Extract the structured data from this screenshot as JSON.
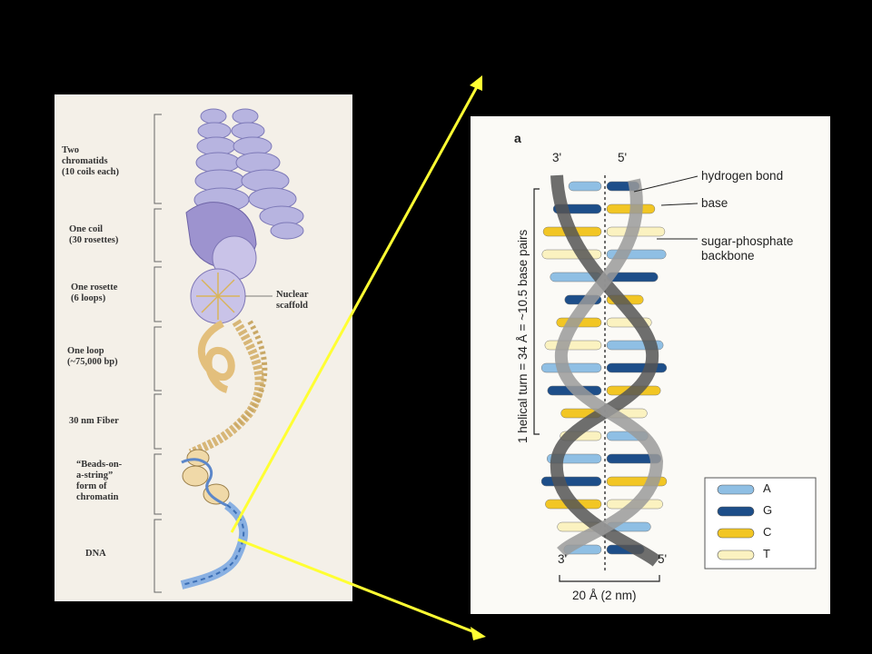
{
  "left": {
    "levels": [
      {
        "label": "Two\nchromatids\n(10 coils each)"
      },
      {
        "label": "One coil\n(30 rosettes)"
      },
      {
        "label": "One rosette\n(6 loops)"
      },
      {
        "label": "One loop\n(~75,000 bp)"
      },
      {
        "label": "30 nm Fiber"
      },
      {
        "label": "“Beads-on-\na-string”\nform of\nchromatin"
      },
      {
        "label": "DNA"
      }
    ],
    "scaffold_label": "Nuclear\nscaffold"
  },
  "right": {
    "panel_letter": "a",
    "strand_top_left": "3'",
    "strand_top_right": "5'",
    "strand_bottom_left": "3'",
    "strand_bottom_right": "5'",
    "callouts": {
      "hydrogen_bond": "hydrogen bond",
      "base": "base",
      "backbone": "sugar-phosphate\nbackbone"
    },
    "helical_turn": "1 helical turn = 34 Å = ~10.5 base pairs",
    "width_label": "20 Å (2 nm)",
    "legend": [
      {
        "label": "A",
        "color": "#8fbfe4"
      },
      {
        "label": "G",
        "color": "#1d4e89"
      },
      {
        "label": "C",
        "color": "#f2c624"
      },
      {
        "label": "T",
        "color": "#fbf2c0"
      }
    ]
  },
  "colors": {
    "arrow": "#ffff33",
    "chromatid": "#a9a6d8",
    "fiber": "#e7c58a",
    "dna": "#8cb4e6"
  }
}
